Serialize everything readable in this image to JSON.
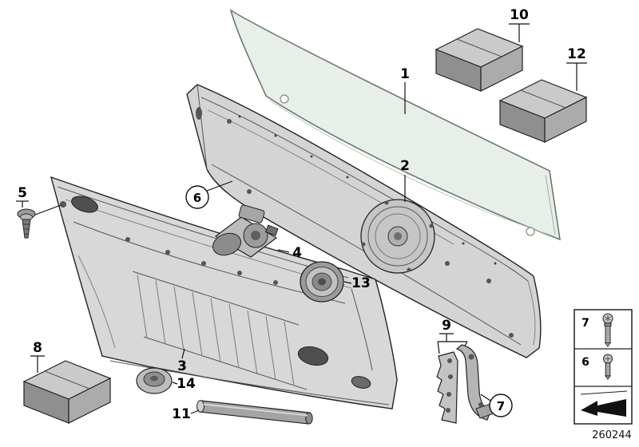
{
  "diagram": {
    "number": "260244",
    "callouts": {
      "c1": "1",
      "c2": "2",
      "c3": "3",
      "c4": "4",
      "c5": "5",
      "c6": "6",
      "c7": "7",
      "c8": "8",
      "c9": "9",
      "c10": "10",
      "c11": "11",
      "c12": "12",
      "c13": "13",
      "c14": "14"
    },
    "legend": {
      "row1": "7",
      "row2": "6",
      "icons": [
        "torx-screw",
        "machine-screw",
        "direction-arrow"
      ]
    },
    "colors": {
      "glass": "#e8eee8",
      "glass_edge": "#6b7a6f",
      "metal_light": "#d6d6d6",
      "metal_mid": "#b5b5b5",
      "metal_dark": "#8f8f8f",
      "line": "#1a1a1a"
    }
  }
}
